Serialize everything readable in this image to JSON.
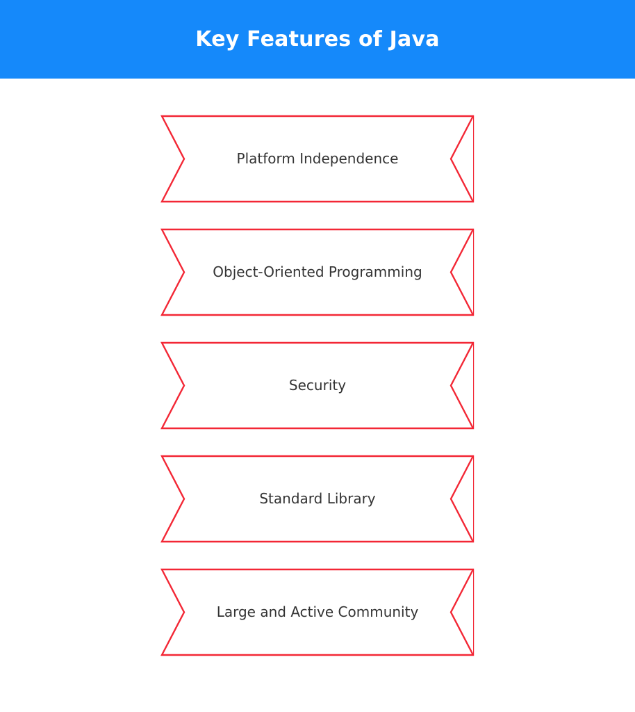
{
  "header": {
    "title": "Key Features of Java",
    "background_color": "#1589FA",
    "text_color": "#FFFFFF"
  },
  "body": {
    "background_color": "#FFFFFF"
  },
  "ribbon_style": {
    "stroke_color": "#F32735",
    "fill_color": "#FFFFFF",
    "text_color": "#333333"
  },
  "features": [
    {
      "label": "Platform Independence"
    },
    {
      "label": "Object-Oriented Programming"
    },
    {
      "label": "Security"
    },
    {
      "label": "Standard Library"
    },
    {
      "label": "Large and Active Community"
    }
  ]
}
